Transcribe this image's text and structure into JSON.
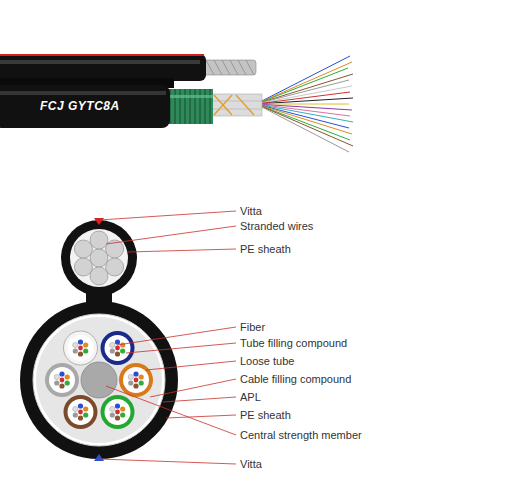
{
  "diagram": {
    "labels": [
      "FCJ GYTC8A",
      "Vitta",
      "Stranded wires",
      "PE sheath",
      "Fiber",
      "Tube filling compound",
      "Loose tube",
      "Cable filling compound",
      "APL",
      "PE sheath",
      "Central strength member",
      "Vitta"
    ]
  }
}
